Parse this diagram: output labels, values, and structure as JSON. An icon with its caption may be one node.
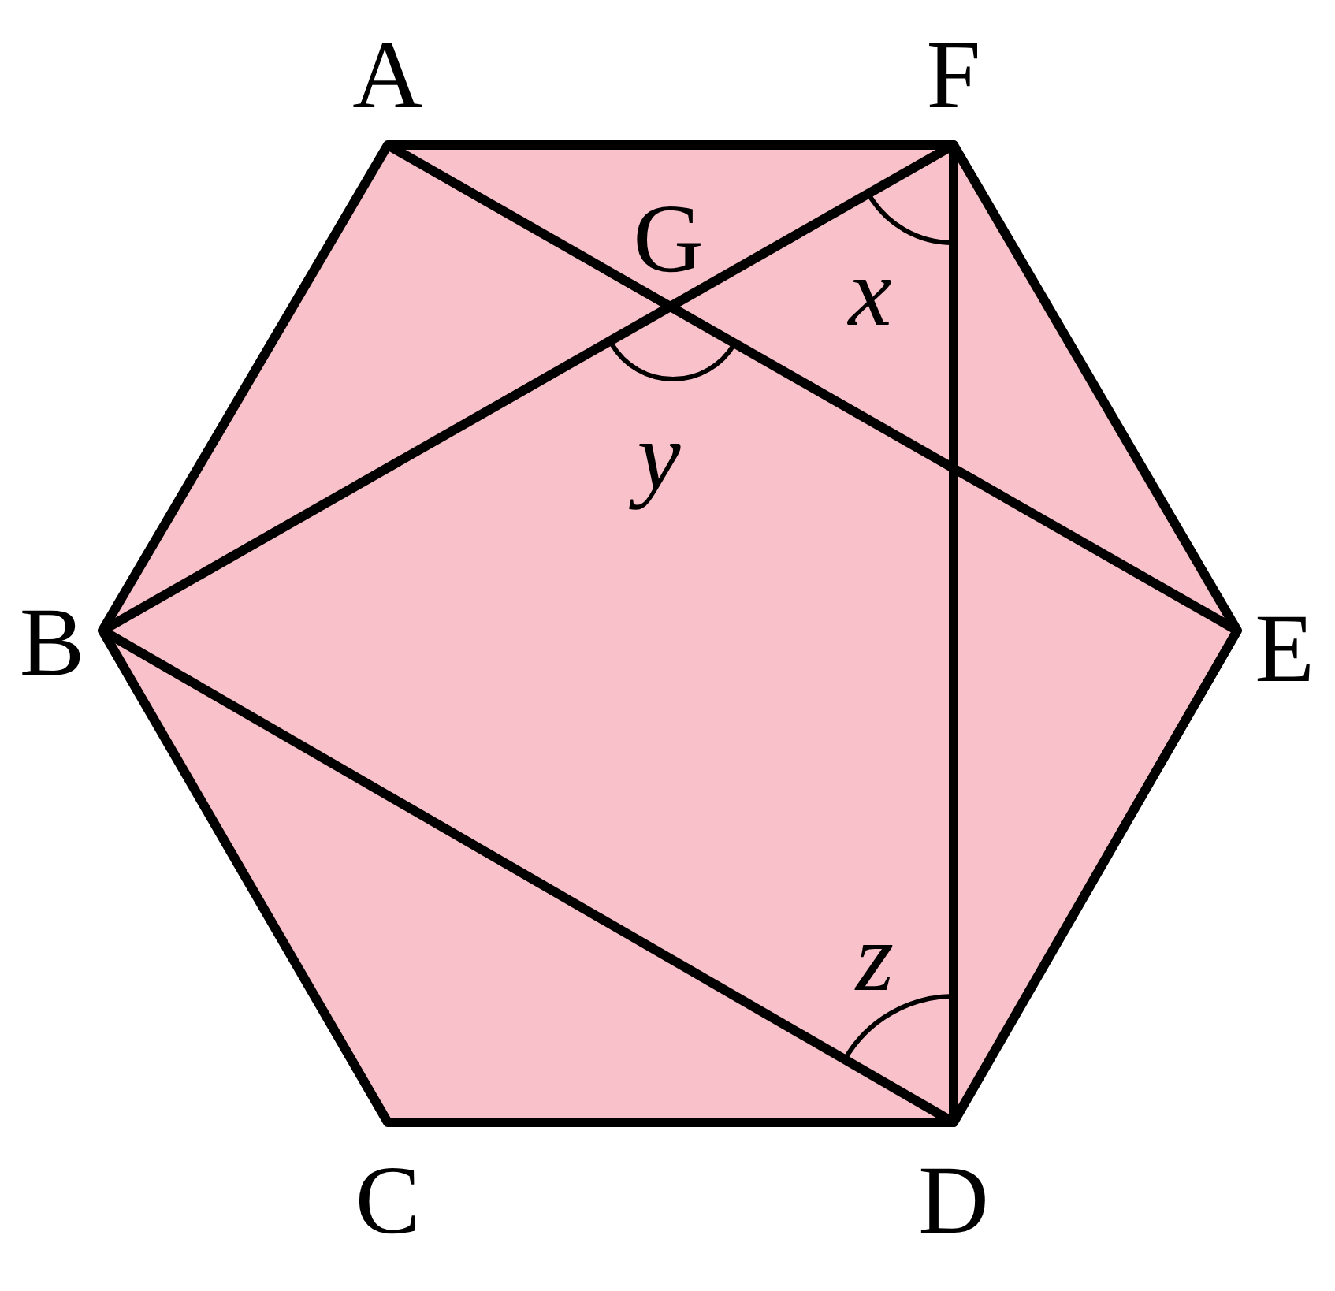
{
  "diagram": {
    "labels": [
      "A",
      "F",
      "G",
      "B",
      "E",
      "C",
      "D",
      "x",
      "y",
      "z"
    ]
  }
}
